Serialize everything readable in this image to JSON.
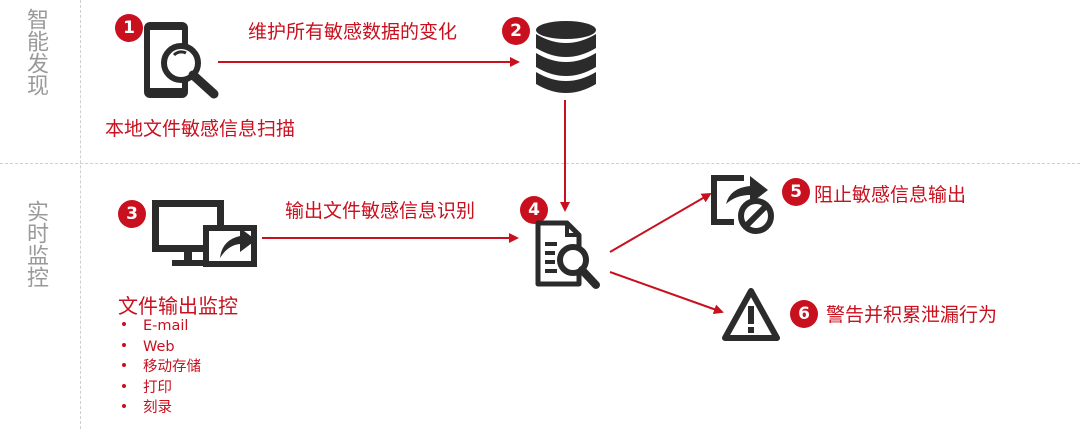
{
  "sections": {
    "discovery": "智能发现",
    "monitoring": "实时监控"
  },
  "steps": [
    {
      "number": "1",
      "label": "本地文件敏感信息扫描",
      "icon": "phone-magnifier-icon"
    },
    {
      "number": "2",
      "label": "维护所有敏感数据的变化",
      "icon": "database-icon"
    },
    {
      "number": "3",
      "label": "输出文件敏感信息识别",
      "icon": "monitor-export-icon"
    },
    {
      "number": "4",
      "label": "",
      "icon": "document-search-icon"
    },
    {
      "number": "5",
      "label": "阻止敏感信息输出",
      "icon": "share-block-icon"
    },
    {
      "number": "6",
      "label": "警告并积累泄漏行为",
      "icon": "warning-icon"
    }
  ],
  "monitor_title": "文件输出监控",
  "channels": [
    "E-mail",
    "Web",
    "移动存储",
    "打印",
    "刻录"
  ],
  "colors": {
    "accent": "#c8101e",
    "icon": "#2b2b2b",
    "section_label": "#9a9a9a"
  }
}
